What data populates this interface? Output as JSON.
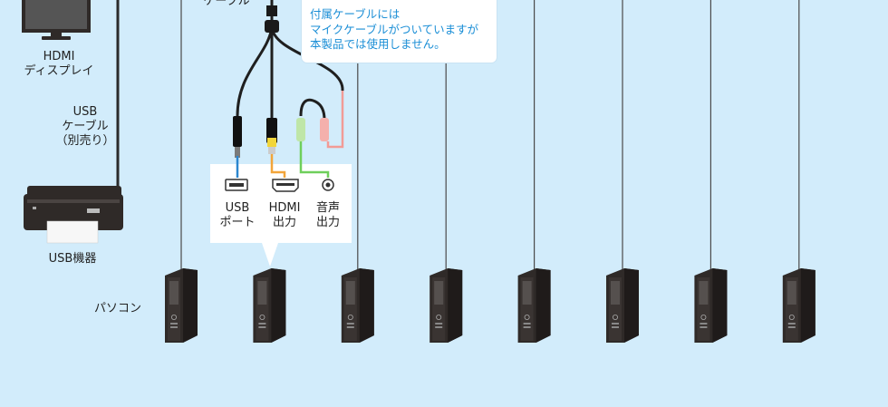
{
  "colors": {
    "background": "#d2ecfb",
    "device": "#2f2a28",
    "cable": "#1f1f1f",
    "usb": "#2b86cf",
    "hdmi": "#f2a53a",
    "mic": "#f29b96",
    "audio": "#6fcf5b",
    "note_text": "#1a8ed6"
  },
  "labels": {
    "display": "HDMI\nディスプレイ",
    "usb_cable": "USB\nケーブル\n（別売り）",
    "usb_device": "USB機器",
    "pc": "パソコン",
    "cable_top": "ケーブル"
  },
  "ports": {
    "usb": "USB\nポート",
    "hdmi": "HDMI\n出力",
    "audio": "音声\n出力"
  },
  "note": "付属ケーブルには\nマイクケーブルがついていますが\n本製品では使用しません。",
  "icons": [
    "monitor-icon",
    "printer-icon",
    "usb-port-icon",
    "hdmi-port-icon",
    "audio-jack-icon",
    "pc-tower-icon"
  ],
  "pc_count": 8
}
